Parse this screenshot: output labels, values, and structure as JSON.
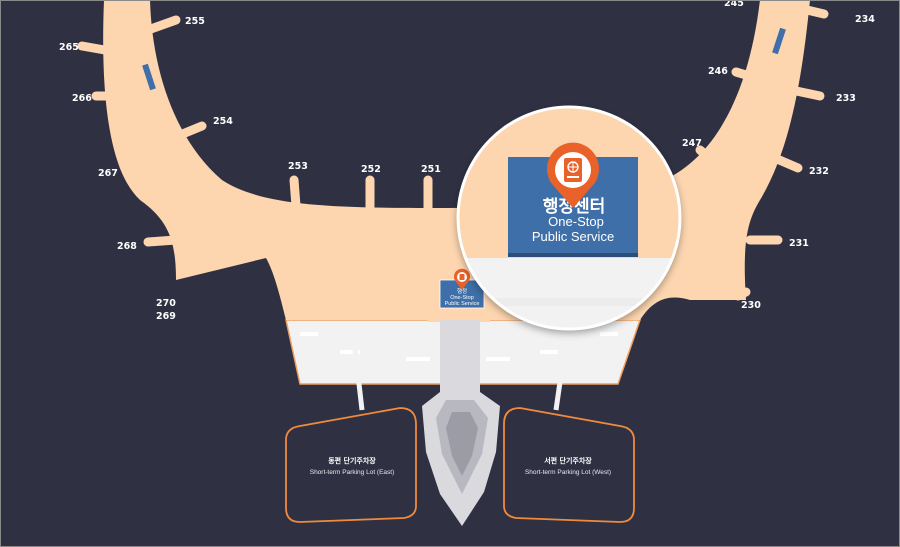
{
  "colors": {
    "background": "#2f3143",
    "terminal": "#fdd6b0",
    "apron": "#f2f2f2",
    "parking_border": "#f08a3c",
    "sign_blue": "#3f6fa8",
    "pin": "#e8622a"
  },
  "gates": {
    "g245": "245",
    "g234": "234",
    "g246": "246",
    "g233": "233",
    "g247": "247",
    "g232": "232",
    "g231": "231",
    "g230": "230",
    "g255": "255",
    "g265": "265",
    "g266": "266",
    "g254": "254",
    "g267": "267",
    "g253": "253",
    "g252": "252",
    "g251": "251",
    "g268": "268",
    "g270": "270",
    "g269": "269"
  },
  "parking": {
    "east": {
      "ko": "동편 단기주차장",
      "en": "Short-term Parking Lot (East)"
    },
    "west": {
      "ko": "서편 단기주차장",
      "en": "Short-term Parking Lot (West)"
    }
  },
  "service_sign": {
    "ko_line1": "정",
    "ko_line2": "행정센터",
    "en_line1": "One-Stop",
    "en_line2": "Public Service",
    "icon": "passport-icon",
    "small_ko": "행정",
    "small_en_1": "One-Stop",
    "small_en_2": "Public Service"
  },
  "icons": {
    "pin": "map-pin-icon",
    "passport": "passport-icon"
  }
}
